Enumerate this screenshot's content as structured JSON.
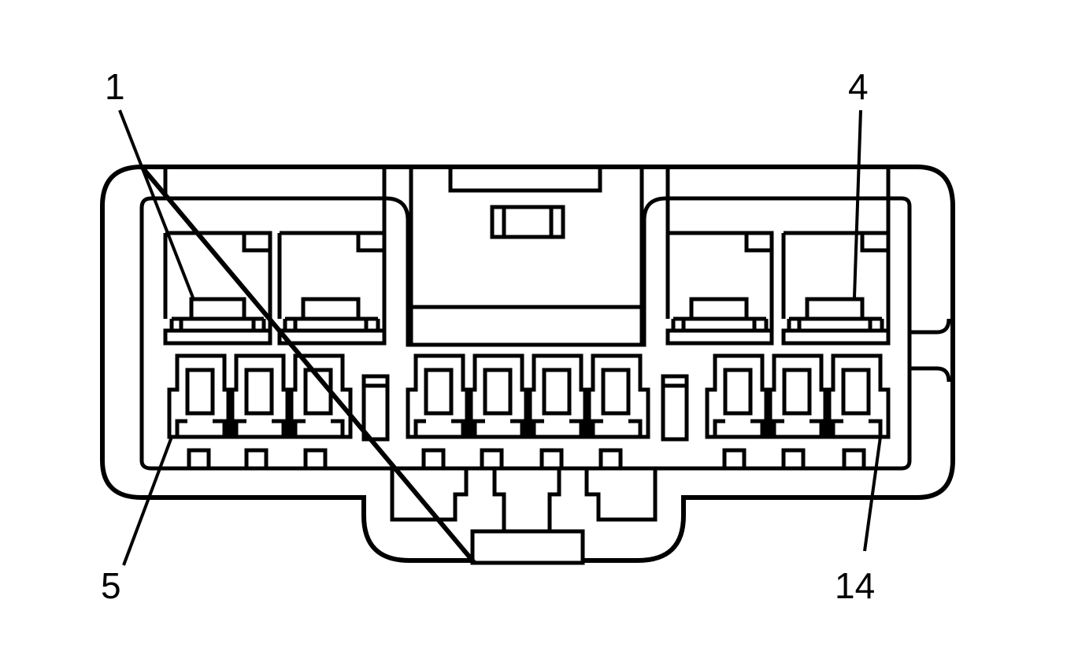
{
  "diagram": {
    "callouts": {
      "pin_1": "1",
      "pin_4": "4",
      "pin_5": "5",
      "pin_14": "14"
    },
    "line_color": "#000000",
    "background_color": "#ffffff"
  }
}
